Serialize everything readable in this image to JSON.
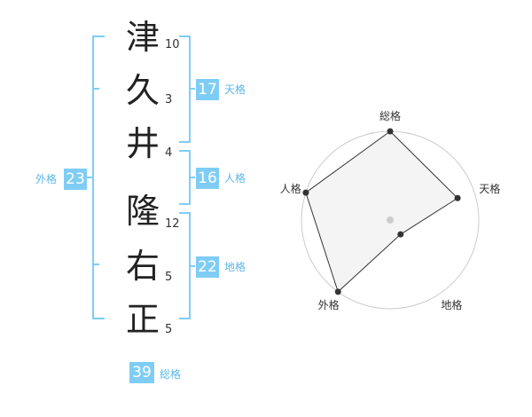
{
  "name_chars": [
    {
      "char": "津",
      "strokes": "10"
    },
    {
      "char": "久",
      "strokes": "3"
    },
    {
      "char": "井",
      "strokes": "4"
    },
    {
      "char": "隆",
      "strokes": "12"
    },
    {
      "char": "右",
      "strokes": "5"
    },
    {
      "char": "正",
      "strokes": "5"
    }
  ],
  "gaikaku": {
    "value": "23",
    "label": "外格"
  },
  "tenkaku": {
    "value": "17",
    "label": "天格"
  },
  "jinkaku": {
    "value": "16",
    "label": "人格"
  },
  "chikaku": {
    "value": "22",
    "label": "地格"
  },
  "soukaku": {
    "value": "39",
    "label": "総格"
  },
  "chart_data": {
    "type": "radar",
    "axes": [
      "総格",
      "天格",
      "地格",
      "外格",
      "人格"
    ],
    "values": [
      5,
      4,
      1,
      5,
      5
    ],
    "max": 5,
    "rings": 5
  },
  "colors": {
    "bracket": "#7fcdf5",
    "badge": "#7fcdf5",
    "badge_label": "#5bb7e8",
    "radar_fill": "#f2f2f2",
    "radar_line": "#333333",
    "ring_line": "#cccccc"
  }
}
